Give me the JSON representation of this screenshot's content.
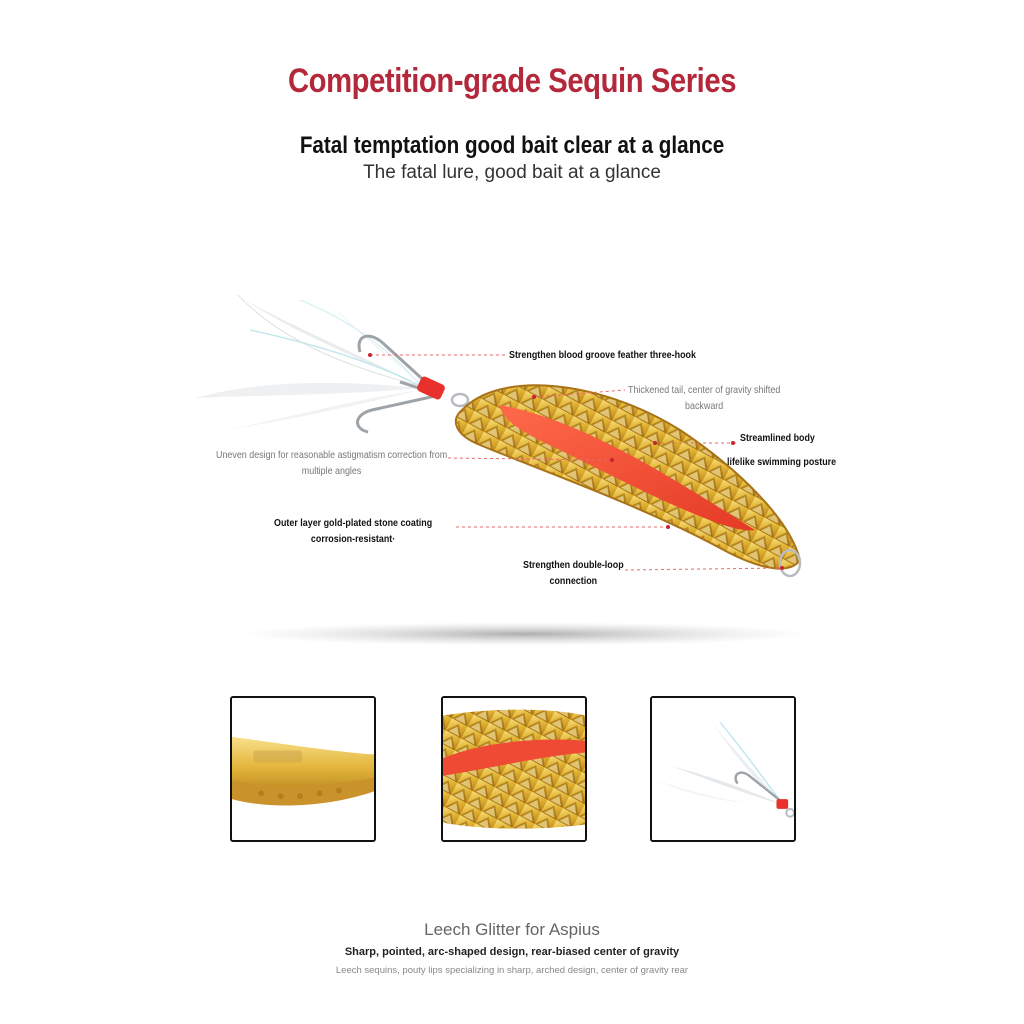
{
  "header": {
    "title": "Competition-grade Sequin Series",
    "subtitle": "Fatal temptation good bait clear at a glance",
    "subtitle_secondary": "The fatal lure, good bait at a glance",
    "title_color": "#b3283a"
  },
  "product": {
    "icon": "fishing-spoon-lure-icon",
    "callouts": [
      {
        "id": "hook",
        "text": "Strengthen blood groove feather three-hook"
      },
      {
        "id": "tail_1",
        "text": "Thickened tail, center of gravity shifted"
      },
      {
        "id": "tail_2",
        "text": "backward"
      },
      {
        "id": "body_1",
        "text": "Streamlined body"
      },
      {
        "id": "body_2",
        "text": "lifelike swimming posture"
      },
      {
        "id": "uneven_1",
        "text": "Uneven design for reasonable astigmatism correction from"
      },
      {
        "id": "uneven_2",
        "text": "multiple angles"
      },
      {
        "id": "coating_1",
        "text": "Outer layer gold-plated stone coating"
      },
      {
        "id": "coating_2",
        "text": "corrosion-resistant·"
      },
      {
        "id": "loop_1",
        "text": "Strengthen double-loop"
      },
      {
        "id": "loop_2",
        "text": "connection"
      }
    ],
    "accent_red": "#e8312c",
    "gold": "#d9a520"
  },
  "thumbnails": [
    {
      "icon": "gold-edge-closeup-icon"
    },
    {
      "icon": "scale-texture-closeup-icon"
    },
    {
      "icon": "feather-hook-closeup-icon"
    }
  ],
  "footer": {
    "title": "Leech Glitter for Aspius",
    "subtitle": "Sharp, pointed, arc-shaped design, rear-biased center of gravity",
    "subtitle_secondary": "Leech sequins, pouty lips specializing in sharp, arched design, center of gravity rear"
  }
}
